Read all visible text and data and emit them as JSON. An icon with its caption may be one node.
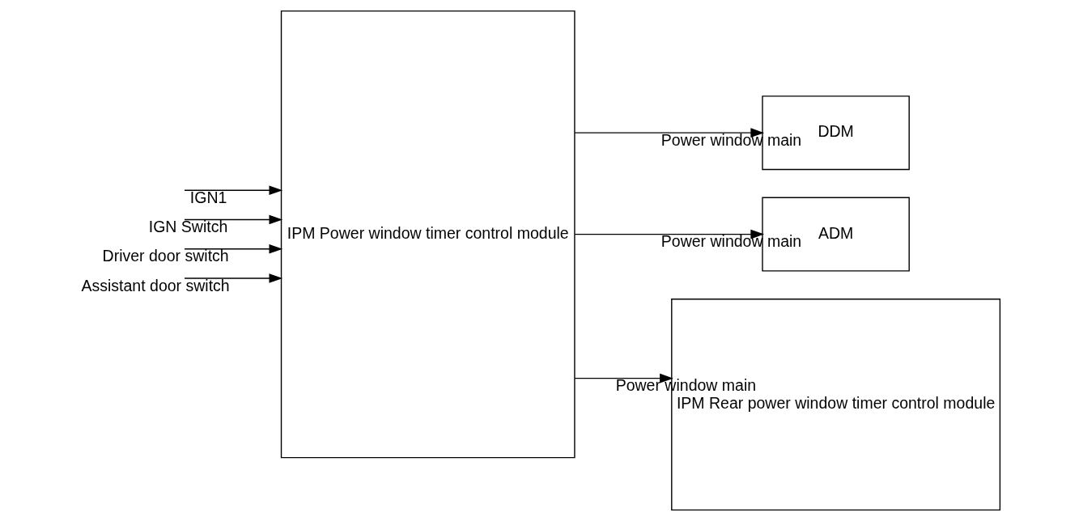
{
  "diagram": {
    "nodes": [
      {
        "text": [
          "IPM Power window timer control module"
        ]
      },
      {
        "text": [
          "DDM"
        ]
      },
      {
        "text": [
          "ADM"
        ]
      },
      {
        "text": [
          "IPM Rear power window timer control module"
        ]
      }
    ],
    "edges": [
      {
        "from": null,
        "to": 0,
        "arrow": "to",
        "label": "IGN1"
      },
      {
        "from": null,
        "to": 0,
        "arrow": "to",
        "label": "IGN Switch"
      },
      {
        "from": null,
        "to": 0,
        "arrow": "to",
        "label": "Driver door switch"
      },
      {
        "from": null,
        "to": 0,
        "arrow": "to",
        "label": "Assistant door switch"
      },
      {
        "from": 0,
        "to": 1,
        "arrow": "to",
        "label": "Power window main"
      },
      {
        "from": 0,
        "to": 2,
        "arrow": "to",
        "label": "Power window main"
      },
      {
        "from": 0,
        "to": 3,
        "arrow": "to",
        "label": "Power window main"
      }
    ]
  }
}
